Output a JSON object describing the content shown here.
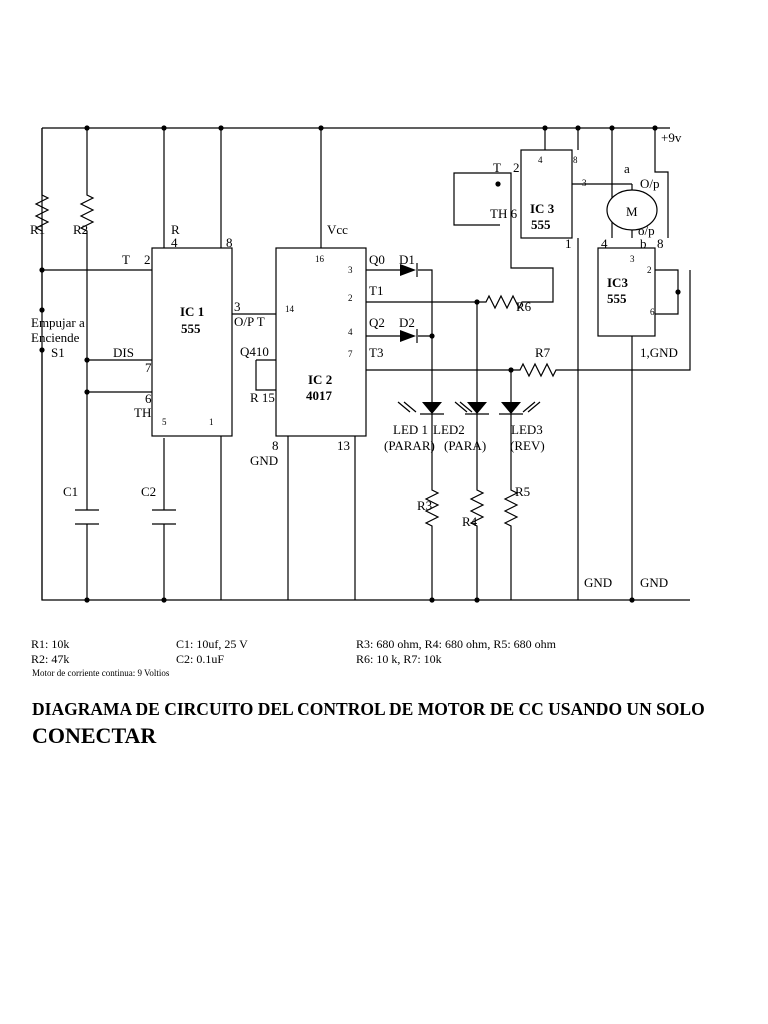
{
  "labels": {
    "R1": "R1",
    "R2": "R2",
    "R": "R",
    "T": "T",
    "pin_2": "2",
    "pin_4": "4",
    "pin_8": "8",
    "pin_3": "3",
    "pin_7": "7",
    "pin_6": "6",
    "pin_5": "5",
    "pin_1": "1",
    "pin_16": "16",
    "pin_14": "14",
    "pin_13": "13",
    "push_on_1": "Empujar a",
    "push_on_2": "Enciende",
    "S1": "S1",
    "DIS": "DIS",
    "TH": "TH",
    "OP_T": "O/P  T",
    "Q410": "Q410",
    "R15": "R 15",
    "GND": "GND",
    "Vcc": "Vcc",
    "C1": "C1",
    "C2": "C2",
    "Q0": "Q0",
    "T1": "T1",
    "Q2": "Q2",
    "T3": "T3",
    "D1": "D1",
    "D2": "D2",
    "R3": "R3",
    "R4": "R4",
    "R5": "R5",
    "R6": "R6",
    "R7": "R7",
    "LED1": "LED 1",
    "LED2": "LED2",
    "LED3": "LED3",
    "PARAR": "(PARAR)",
    "PARA": "(PARA)",
    "REV": "(REV)",
    "plus9v": "+9v",
    "a": "a",
    "b": "b",
    "OP": "O/p",
    "op_low": "o/p",
    "M": "M",
    "TH6": "TH 6",
    "one_gnd": "1,GND"
  },
  "ics": {
    "ic1_name": "IC 1",
    "ic1_type": "555",
    "ic2_name": "IC 2",
    "ic2_type": "4017",
    "ic3a_name": "IC 3",
    "ic3a_type": "555",
    "ic3b_name": "IC3",
    "ic3b_type": "555"
  },
  "legend": {
    "r1": "R1: 10k",
    "r2": "R2: 47k",
    "c1": "C1: 10uf, 25 V",
    "c2": "C2:  0.1uF",
    "r345": "R3: 680 ohm, R4: 680 ohm, R5: 680 ohm",
    "r67": "R6: 10 k, R7: 10k",
    "note": "Motor de corriente continua: 9 Voltios"
  },
  "title": {
    "line1": "DIAGRAMA DE CIRCUITO DEL CONTROL DE MOTOR DE CC USANDO UN SOLO",
    "line2": "CONECTAR"
  }
}
